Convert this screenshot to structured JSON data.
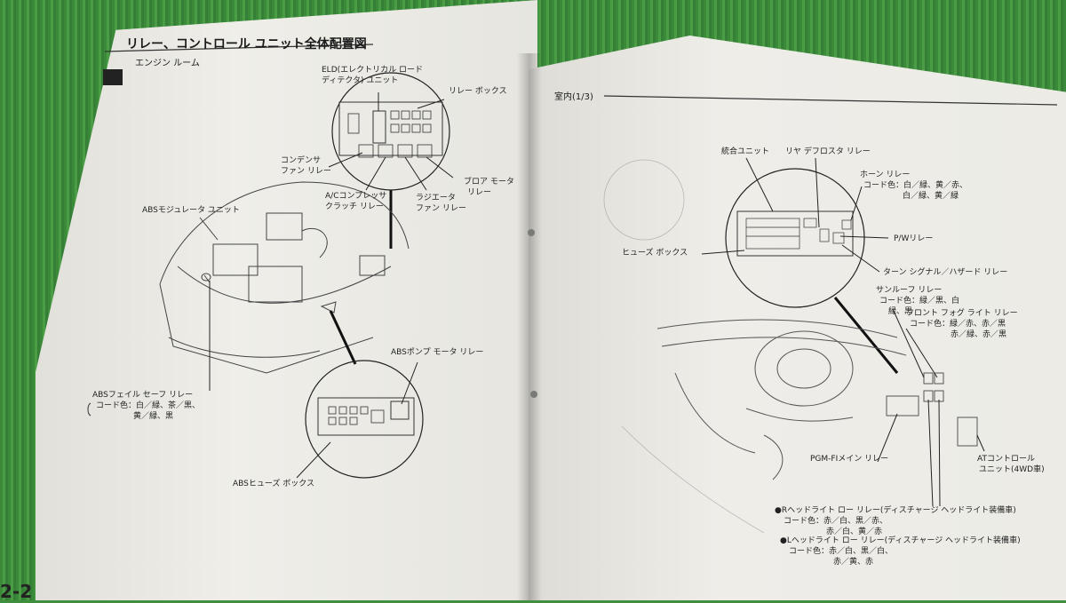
{
  "left_page": {
    "title": "リレー、コントロール ユニット全体配置図",
    "section": "エンジン ルーム",
    "page_number": "2-2",
    "labels": {
      "eld_line1": "ELD(エレクトリカル ロード",
      "eld_line2": "ディテクタ) ユニット",
      "relay_box": "リレー ボックス",
      "condenser_line1": "コンデンサ",
      "condenser_line2": "ファン リレー",
      "ac_line1": "A/Cコンプレッサ",
      "ac_line2": "クラッチ リレー",
      "radiator_line1": "ラジエータ",
      "radiator_line2": "ファン リレー",
      "blower_line1": "ブロア モータ",
      "blower_line2": "リレー",
      "abs_modulator": "ABSモジュレータ ユニット",
      "abs_pump": "ABSポンプ モータ リレー",
      "abs_failsafe_line1": "ABSフェイル セーフ リレー",
      "abs_failsafe_line2": "コード色：白／緑、茶／黒、",
      "abs_failsafe_line3": "黄／緑、黒",
      "abs_fuse_box": "ABSヒューズ ボックス"
    }
  },
  "right_page": {
    "section": "室内(1/3)",
    "labels": {
      "integrated_unit": "統合ユニット",
      "rear_defroster": "リヤ デフロスタ リレー",
      "horn_line1": "ホーン リレー",
      "horn_line2": "コード色：白／緑、黄／赤、",
      "horn_line3": "白／緑、黄／緑",
      "fuse_box": "ヒューズ ボックス",
      "pw_relay": "P/Wリレー",
      "turn_signal": "ターン シグナル／ハザード リレー",
      "sunroof_line1": "サンルーフ リレー",
      "sunroof_line2": "コード色：緑／黒、白",
      "sunroof_line3": "緑、黒",
      "fog_line1": "フロント フォグ ライト リレー",
      "fog_line2": "コード色：緑／赤、赤／黒",
      "fog_line3": "赤／緑、赤／黒",
      "pgm_fi": "PGM-FIメイン リレー",
      "at_line1": "ATコントロール",
      "at_line2": "ユニット(4WD車)",
      "r_head_line1": "●Rヘッドライト ロー リレー(ディスチャージ ヘッドライト装備車)",
      "r_head_line2": "コード色：赤／白、黒／赤、",
      "r_head_line3": "赤／白、黄／赤",
      "l_head_line1": "●Lヘッドライト ロー リレー(ディスチャージ ヘッドライト装備車)",
      "l_head_line2": "コード色：赤／白、黒／白、",
      "l_head_line3": "赤／黄、赤"
    }
  }
}
